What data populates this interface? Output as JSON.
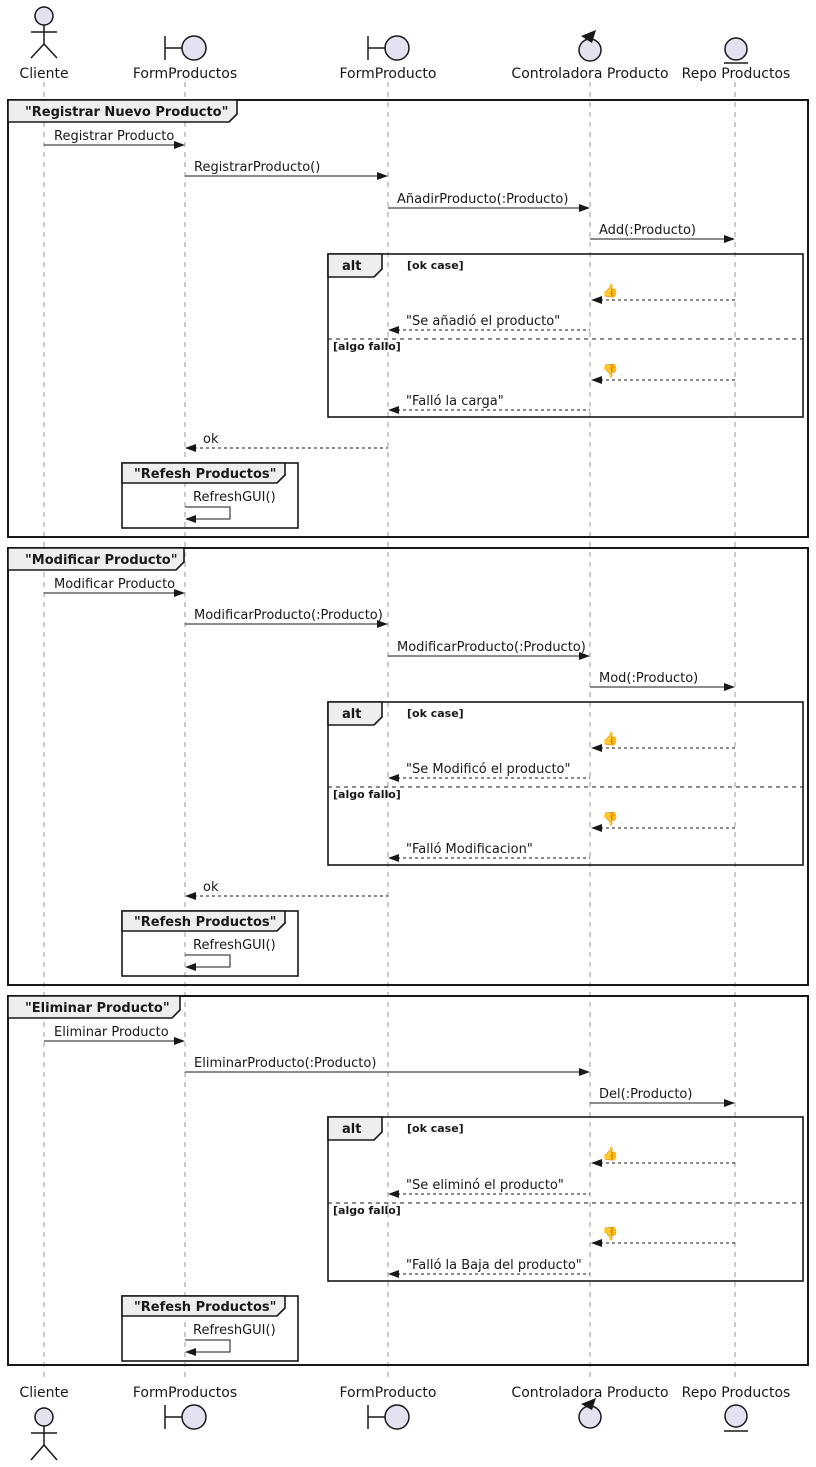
{
  "diagram_type": "uml-sequence-diagram",
  "participants": [
    {
      "name": "Cliente",
      "kind": "actor"
    },
    {
      "name": "FormProductos",
      "kind": "boundary"
    },
    {
      "name": "FormProducto",
      "kind": "boundary"
    },
    {
      "name": "Controladora Producto",
      "kind": "control"
    },
    {
      "name": "Repo Productos",
      "kind": "entity"
    }
  ],
  "alt": {
    "keyword": "alt",
    "guard_ok": "[ok case]",
    "guard_fail": "[algo fallo]",
    "thumb_up": "👍",
    "thumb_down": "👎"
  },
  "groups": [
    {
      "title": "\"Registrar Nuevo Producto\"",
      "m1": "Registrar Producto",
      "m2": "RegistrarProducto()",
      "m3": "AñadirProducto(:Producto)",
      "m4": "Add(:Producto)",
      "reply_ok": "\"Se añadió el producto\"",
      "reply_fail": "\"Falló la carga\"",
      "ok": "ok",
      "refresh_title": "\"Refesh Productos\"",
      "refresh_call": "RefreshGUI()"
    },
    {
      "title": "\"Modificar Producto\"",
      "m1": "Modificar Producto",
      "m2": "ModificarProducto(:Producto)",
      "m3": "ModificarProducto(:Producto)",
      "m4": "Mod(:Producto)",
      "reply_ok": "\"Se Modificó el producto\"",
      "reply_fail": "\"Falló Modificacion\"",
      "ok": "ok",
      "refresh_title": "\"Refesh Productos\"",
      "refresh_call": "RefreshGUI()"
    },
    {
      "title": "\"Eliminar Producto\"",
      "m1": "Eliminar Producto",
      "m2": "EliminarProducto(:Producto)",
      "m3": "Del(:Producto)",
      "reply_ok": "\"Se eliminó el producto\"",
      "reply_fail": "\"Falló la Baja del producto\"",
      "refresh_title": "\"Refesh Productos\"",
      "refresh_call": "RefreshGUI()"
    }
  ],
  "colors": {
    "participant_fill": "#E2E2F0",
    "border": "#181818",
    "tab_fill": "#EEEEEE",
    "lifeline": "#999999",
    "background": "#FFFFFF"
  }
}
